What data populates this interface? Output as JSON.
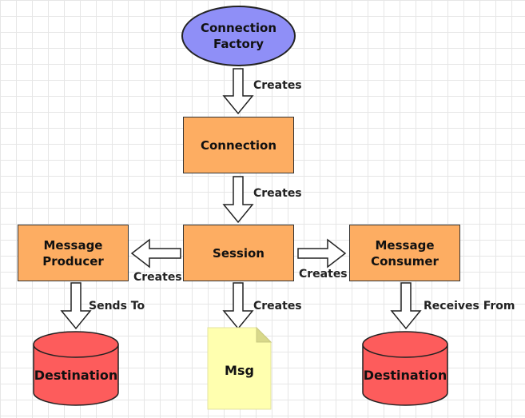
{
  "nodes": {
    "connection_factory": "Connection\nFactory",
    "connection": "Connection",
    "session": "Session",
    "message_producer": "Message\nProducer",
    "message_consumer": "Message\nConsumer",
    "destination_left": "Destination",
    "destination_right": "Destination",
    "msg": "Msg"
  },
  "edge_labels": {
    "factory_to_connection": "Creates",
    "connection_to_session": "Creates",
    "session_to_producer": "Creates",
    "session_to_consumer": "Creates",
    "session_to_msg": "Creates",
    "producer_to_destination": "Sends To",
    "consumer_from_destination": "Receives From"
  },
  "colors": {
    "factory_fill": "#8f8ff7",
    "box_fill": "#fdad62",
    "cylinder_fill": "#fd5c5c",
    "document_fill": "#ffffaf",
    "arrow_fill": "#ffffff",
    "stroke": "#222222"
  }
}
